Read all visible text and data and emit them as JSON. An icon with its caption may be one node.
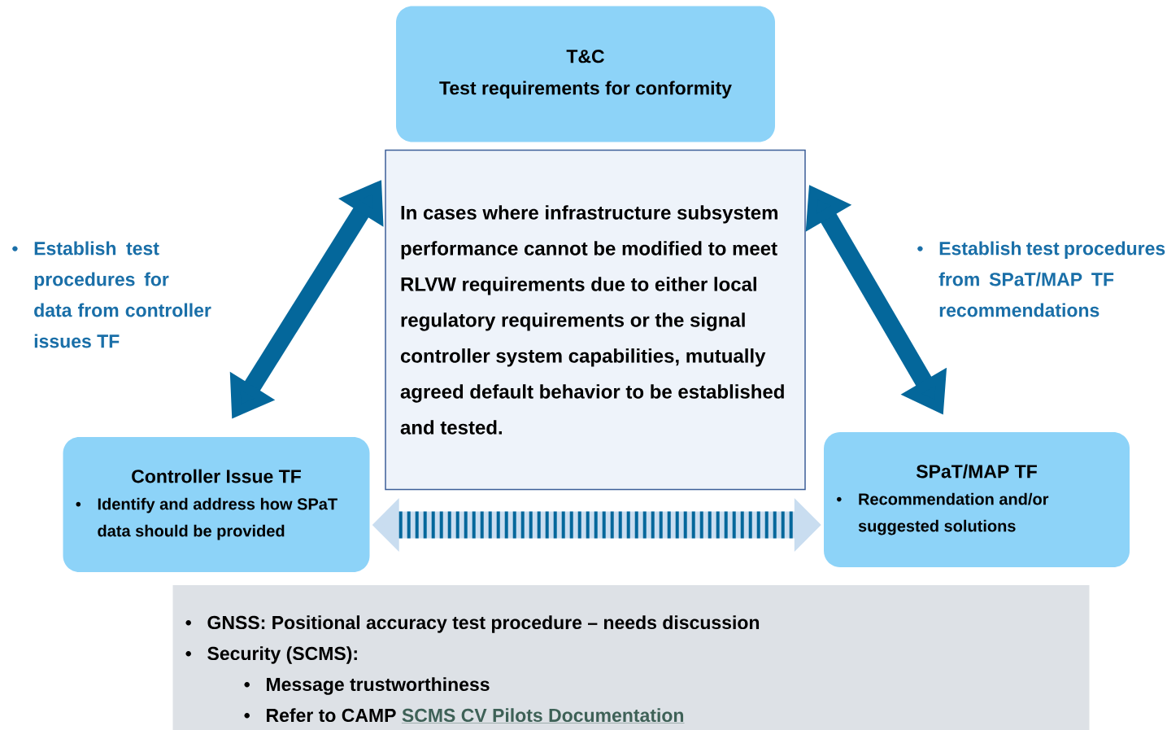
{
  "diagram": {
    "nodes": [
      {
        "text": [
          "T&C",
          "Test requirements for conformity"
        ]
      },
      {
        "text": [
          "In cases where infrastructure subsystem performance cannot be modified to meet RLVW requirements due to either local regulatory requirements or the signal controller system capabilities, mutually agreed default behavior to be established and tested."
        ]
      },
      {
        "text": [
          "Controller Issue TF",
          "Identify and address how SPaT data should be provided"
        ]
      },
      {
        "text": [
          "SPaT/MAP TF",
          "Recommendation and/or suggested solutions"
        ]
      },
      {
        "text": [
          "GNSS: Positional accuracy test procedure – needs discussion",
          "Security (SCMS):",
          "Message trustworthiness",
          "Refer to CAMP",
          "SCMS CV Pilots Documentation"
        ]
      }
    ],
    "edges": [
      {
        "from": 2,
        "to": 1,
        "arrow": "both",
        "label": "Establish test procedures for data from controller issues TF"
      },
      {
        "from": 3,
        "to": 1,
        "arrow": "both",
        "label": "Establish test procedures from SPaT/MAP TF recommendations"
      },
      {
        "from": 2,
        "to": 3,
        "arrow": "both",
        "color": "#c9ddf0"
      }
    ]
  }
}
